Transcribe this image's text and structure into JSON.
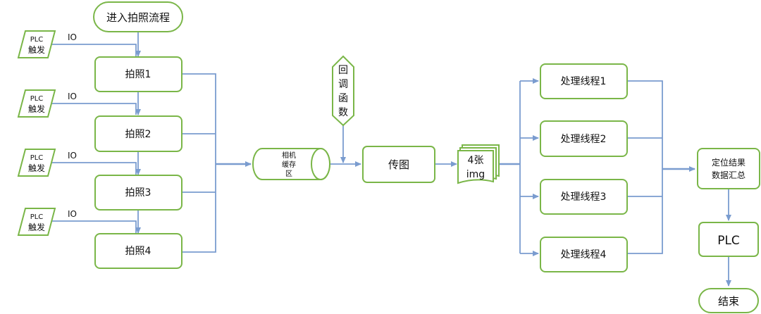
{
  "colors": {
    "box_stroke": "#7ab648",
    "edge": "#7a9ccf",
    "text": "#111111"
  },
  "nodes": {
    "start": "进入拍照流程",
    "capture1": "拍照1",
    "capture2": "拍照2",
    "capture3": "拍照3",
    "capture4": "拍照4",
    "plc_trigger_line1": "PLC",
    "plc_trigger_line2": "触发",
    "camera_buffer_line1": "相机",
    "camera_buffer_line2": "缓存",
    "camera_buffer_line3": "区",
    "callback_1": "回",
    "callback_2": "调",
    "callback_3": "函",
    "callback_4": "数",
    "transfer": "传图",
    "images_line1": "4张",
    "images_line2": "img",
    "thread1": "处理线程1",
    "thread2": "处理线程2",
    "thread3": "处理线程3",
    "thread4": "处理线程4",
    "summary_line1": "定位结果",
    "summary_line2": "数据汇总",
    "plc": "PLC",
    "end": "结束"
  },
  "edge_labels": {
    "io": "IO"
  }
}
